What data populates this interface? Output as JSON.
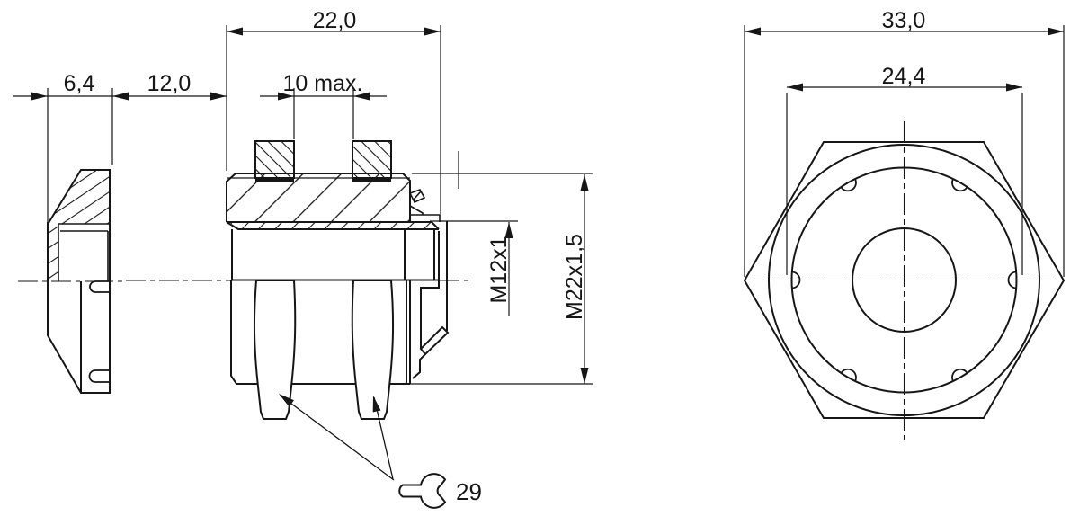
{
  "drawing": {
    "type": "mechanical dimension drawing",
    "part": "threaded sensor bushing with hex nut, seal washer and M12 connector",
    "dimensions": {
      "seal_thickness": "6,4",
      "seal_offset": "12,0",
      "body_length": "22,0",
      "clamp_range": "10 max.",
      "inner_thread": "M12x1",
      "outer_thread": "M22x1,5",
      "hex_across_corners": "33,0",
      "face_diameter": "24,4",
      "wrench_size": "29"
    },
    "line_color": "#161616",
    "background_color": "#ffffff"
  }
}
